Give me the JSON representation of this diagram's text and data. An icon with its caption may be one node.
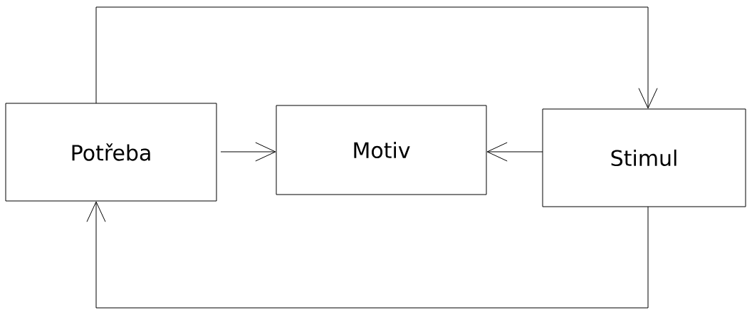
{
  "diagram": {
    "nodes": [
      {
        "text": [
          "Potřeba"
        ]
      },
      {
        "text": [
          "Motiv"
        ]
      },
      {
        "text": [
          "Stimul"
        ]
      }
    ],
    "edges": [
      {
        "from": 0,
        "to": 1,
        "arrow": "to"
      },
      {
        "from": 2,
        "to": 1,
        "arrow": "to"
      },
      {
        "from": 0,
        "to": 2,
        "arrow": "to"
      },
      {
        "from": 2,
        "to": 0,
        "arrow": "to"
      }
    ]
  }
}
